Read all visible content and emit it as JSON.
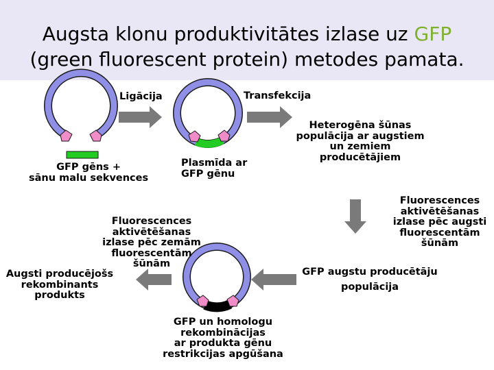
{
  "title": {
    "line1_prefix": "Augsta klonu produktivitātes izlase uz ",
    "line1_highlight": "GFP",
    "line2": "(green fluorescent protein) metodes pamata."
  },
  "colors": {
    "title_background": "#e9e7f5",
    "plasmid_ring": "#8f8fe6",
    "plasmid_outline": "#1a1a1a",
    "gfp_gene": "#22cc22",
    "restriction_site": "#f08cc8",
    "arrow": "#7a7a7a",
    "recombinant_segment": "#000000",
    "title_highlight": "#80b030"
  },
  "steps": {
    "ligation": "Ligācija",
    "transfection": "Transfekcija",
    "gfp_gene_label": [
      "GFP gēns +",
      "sānu malu sekvences"
    ],
    "plasmid_label": [
      "Plasmīda ar",
      "GFP gēnu"
    ],
    "heterogeneous": [
      "Heterogēna šūnas",
      "populācija ar augstiem",
      "un zemiem",
      "producētājiem"
    ],
    "high_selection": [
      "Fluorescences",
      "aktivētēšanas",
      "izlase pēc augsti",
      "fluorescentām",
      "šūnām"
    ],
    "high_population": [
      "GFP augstu producētāju",
      "populācija"
    ],
    "low_selection": [
      "Fluorescences",
      "aktivētēšanas",
      "izlase pēc zemām",
      "fluorescentām",
      "šūnām"
    ],
    "recombination": [
      "GFP un homologu",
      "rekombinācijas",
      "ar produkta gēnu",
      "restrikcijas apgūšana"
    ],
    "final_product": [
      "Augsti producējošs",
      "rekombinants",
      "produkts"
    ]
  },
  "icons": [
    "plasmid-ring-icon",
    "restriction-site-icon",
    "gfp-gene-bar-icon",
    "process-arrow-icon"
  ]
}
